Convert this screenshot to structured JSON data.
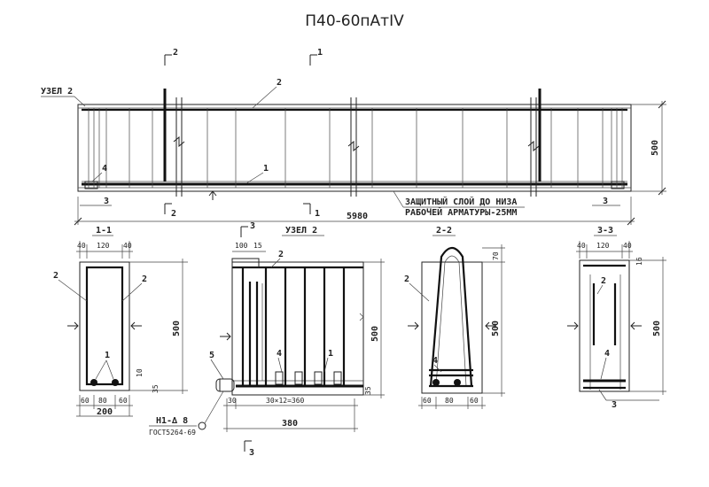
{
  "title": "П40-60пАтIV",
  "elevation": {
    "node_label": "УЗЕЛ 2",
    "section_marks": [
      "2",
      "1",
      "2",
      "1",
      "3",
      "3"
    ],
    "callouts": [
      "2",
      "1",
      "4"
    ],
    "length_dim": "5980",
    "height_dim": "500",
    "note_line1": "ЗАЩИТНЫЙ СЛОЙ ДО НИЗА",
    "note_line2": "РАБОЧЕЙ АРМАТУРЫ-25ММ"
  },
  "section_1_1": {
    "title": "1-1",
    "top_dims": [
      "40",
      "120",
      "40"
    ],
    "bottom_dims": [
      "60",
      "80",
      "60"
    ],
    "total_width": "200",
    "height": "500",
    "small_dims": [
      "10",
      "35"
    ],
    "callouts": [
      "2",
      "2",
      "1"
    ]
  },
  "node_2": {
    "title": "УЗЕЛ 2",
    "section_mark": "3",
    "top_dims": [
      "100",
      "15"
    ],
    "bottom_dims": [
      "30",
      "30×12=360"
    ],
    "overall": "380",
    "height": "500",
    "small_dim": "35",
    "callouts": [
      "2",
      "5",
      "4",
      "1"
    ],
    "anchor_note_line1": "Н1-∆ 8",
    "anchor_note_line2": "ГОСТ5264-69",
    "section_mark_bottom": "3"
  },
  "section_2_2": {
    "title": "2-2",
    "height": "500",
    "top_dim": "70",
    "bottom_dims": [
      "60",
      "80",
      "60"
    ],
    "callouts": [
      "2",
      "4"
    ]
  },
  "section_3_3": {
    "title": "3-3",
    "top_dims": [
      "40",
      "120",
      "40"
    ],
    "small_dim": "16",
    "height": "500",
    "callouts": [
      "2",
      "4",
      "3"
    ]
  }
}
